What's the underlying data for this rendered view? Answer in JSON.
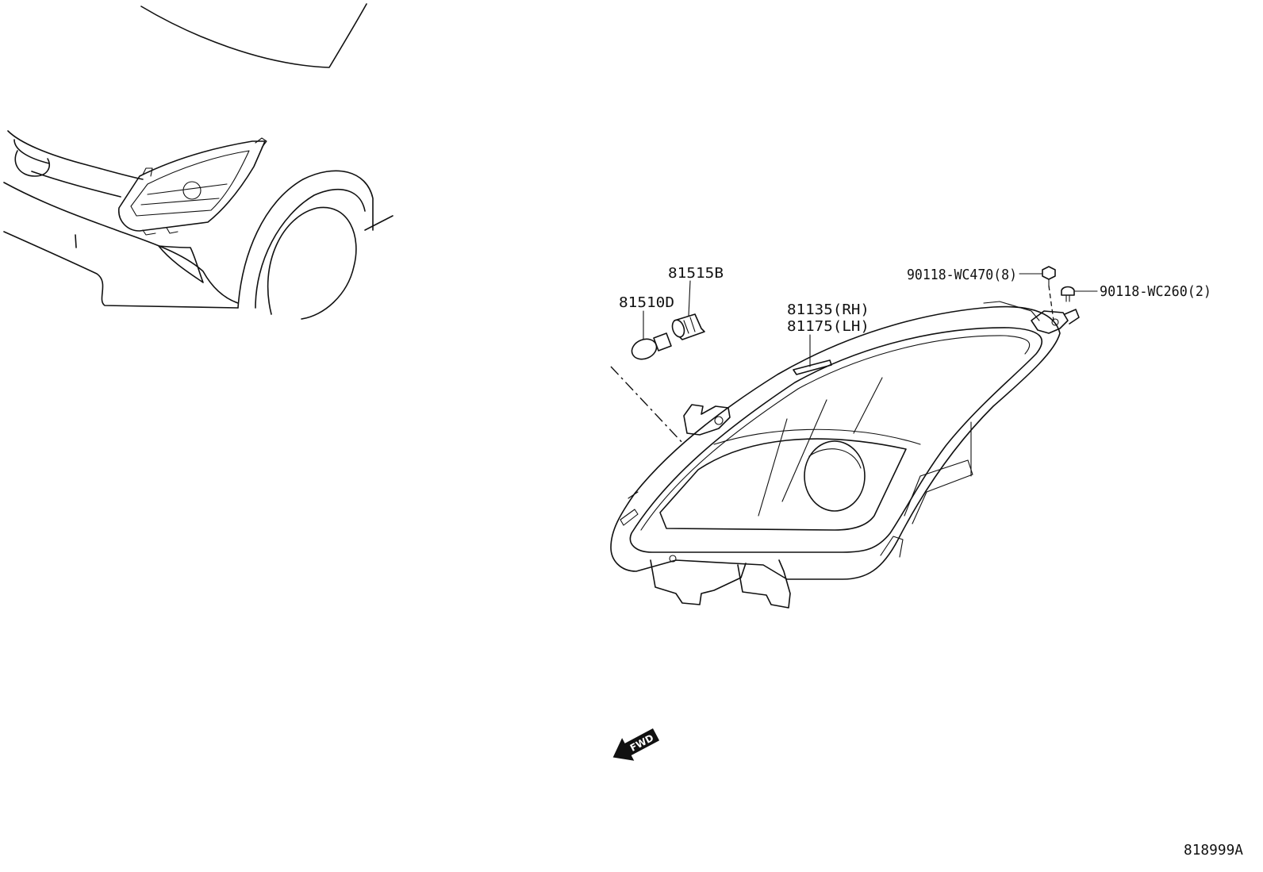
{
  "labels": {
    "bulb_socket": "81515B",
    "bulb": "81510D",
    "headlamp_rh": "81135(RH)",
    "headlamp_lh": "81175(LH)",
    "screw": "90118-WC470(8)",
    "clip": "90118-WC260(2)",
    "fwd": "FWD",
    "diagram_id": "818999A"
  },
  "icons": {
    "direction": "fwd-arrow-icon"
  },
  "colors": {
    "line": "#111111",
    "background": "#ffffff"
  }
}
